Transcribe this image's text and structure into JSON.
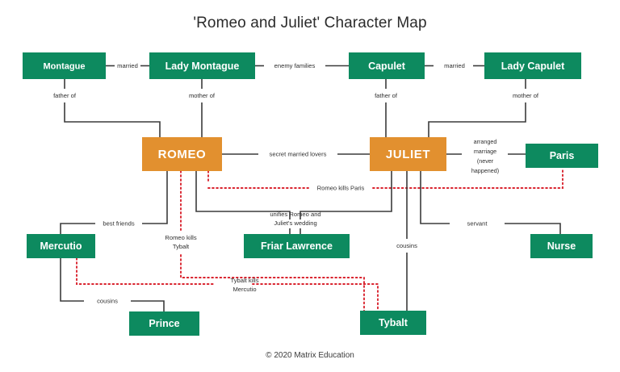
{
  "page": {
    "title": "'Romeo and Juliet' Character Map",
    "footer": "© 2020 Matrix Education",
    "background": "#ffffff"
  },
  "colors": {
    "green": "#0d8a5f",
    "orange": "#e2902f",
    "line": "#3b3b3b",
    "line_red": "#d9232e",
    "text_dark": "#2b2b2b",
    "text_light": "#ffffff"
  },
  "nodes": {
    "montague": {
      "label": "Montague",
      "family": "Montague",
      "color": "green"
    },
    "lady_montague": {
      "label": "Lady Montague",
      "family": "Montague",
      "color": "green"
    },
    "capulet": {
      "label": "Capulet",
      "family": "Capulet",
      "color": "green"
    },
    "lady_capulet": {
      "label": "Lady Capulet",
      "family": "Capulet",
      "color": "green"
    },
    "romeo": {
      "label": "ROMEO",
      "family": "Montague",
      "color": "orange"
    },
    "juliet": {
      "label": "JULIET",
      "family": "Capulet",
      "color": "orange"
    },
    "paris": {
      "label": "Paris",
      "family": "Neutral",
      "color": "green"
    },
    "mercutio": {
      "label": "Mercutio",
      "family": "Neutral",
      "color": "green"
    },
    "friar_lawrence": {
      "label": "Friar Lawrence",
      "family": "Neutral",
      "color": "green"
    },
    "nurse": {
      "label": "Nurse",
      "family": "Capulet",
      "color": "green"
    },
    "prince": {
      "label": "Prince",
      "family": "Neutral",
      "color": "green"
    },
    "tybalt": {
      "label": "Tybalt",
      "family": "Capulet",
      "color": "green"
    }
  },
  "edge_labels": {
    "married_montague": "married",
    "enemy_families": "enemy families",
    "married_capulet": "married",
    "father_of_romeo": "father of",
    "mother_of_romeo": "mother of",
    "father_of_juliet": "father of",
    "mother_of_juliet": "mother of",
    "secret_married_lovers": "secret married  lovers",
    "arranged_marriage_l1": "arranged",
    "arranged_marriage_l2": "marriage",
    "arranged_marriage_l3": "(never",
    "arranged_marriage_l4": "happened)",
    "romeo_kills_paris": "Romeo kills Paris",
    "best_friends": "best friends",
    "romeo_kills_tybalt_l1": "Romeo kills",
    "romeo_kills_tybalt_l2": "Tybalt",
    "unifies_l1": "unifies Romeo and",
    "unifies_l2": "Juliet's wedding",
    "cousins_juliet_tybalt": "cousins",
    "servant": "servant",
    "tybalt_kills_mercutio_l1": "Tybalt kills",
    "tybalt_kills_mercutio_l2": "Mercutio",
    "cousins_mercutio_prince": "cousins"
  }
}
